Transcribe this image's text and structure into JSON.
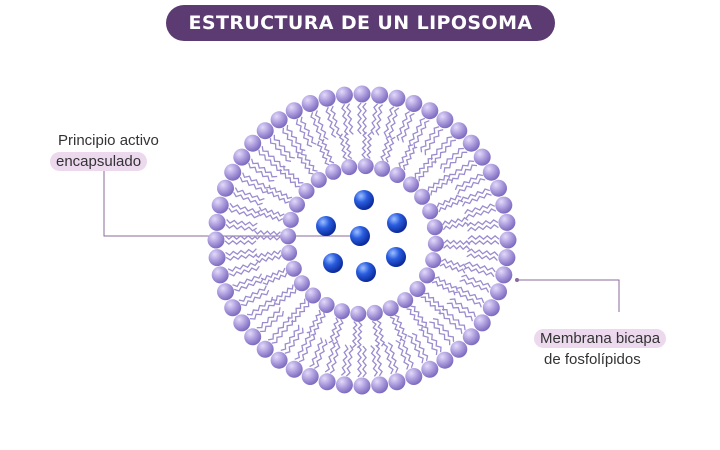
{
  "title": "ESTRUCTURA DE UN LIPOSOMA",
  "labels": {
    "active_line1": "Principio activo",
    "active_line2": "encapsulado",
    "membrane_line1": "Membrana bicapa",
    "membrane_line2": "de fosfolípidos"
  },
  "colors": {
    "title_bg": "#5c3a72",
    "label_highlight": "#ecd9ee",
    "phospholipid_head": "#a898d8",
    "phospholipid_tail": "#9b8ccf",
    "drug_molecule": "#1f4fd0",
    "leader_line": "#8a6a9e"
  },
  "icons": {
    "phospholipid": "phospholipid-head-circle",
    "drug": "blue-sphere"
  }
}
